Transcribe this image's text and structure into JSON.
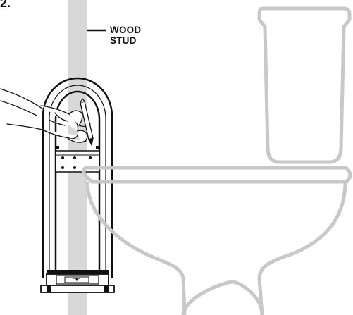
{
  "diagram": {
    "step_label": "2.",
    "callout": {
      "line1": "WOOD",
      "line2": "STUD"
    },
    "colors": {
      "stud": "#d8d8d8",
      "toilet_outline": "#c8c8c8",
      "ink": "#111111",
      "background": "#ffffff"
    }
  }
}
